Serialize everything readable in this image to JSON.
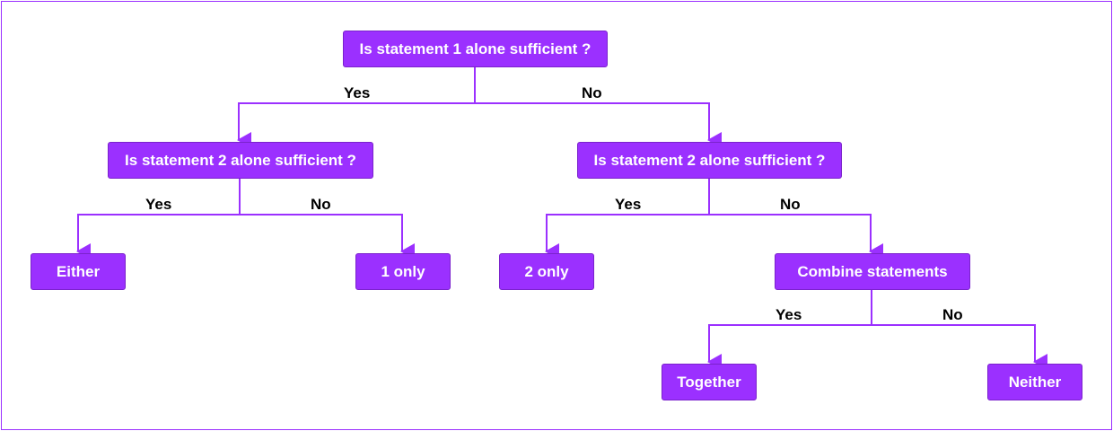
{
  "colors": {
    "node_fill": "#9b30ff",
    "edge": "#9b30ff",
    "border": "#9b30ff",
    "label": "#000000"
  },
  "nodes": {
    "q1": "Is statement 1 alone sufficient ?",
    "q2_left": "Is statement 2 alone sufficient ?",
    "q2_right": "Is statement 2 alone sufficient ?",
    "either": "Either",
    "one_only": "1 only",
    "two_only": "2 only",
    "combine": "Combine statements",
    "together": "Together",
    "neither": "Neither"
  },
  "edge_labels": {
    "q1_yes": "Yes",
    "q1_no": "No",
    "q2l_yes": "Yes",
    "q2l_no": "No",
    "q2r_yes": "Yes",
    "q2r_no": "No",
    "combine_yes": "Yes",
    "combine_no": "No"
  }
}
